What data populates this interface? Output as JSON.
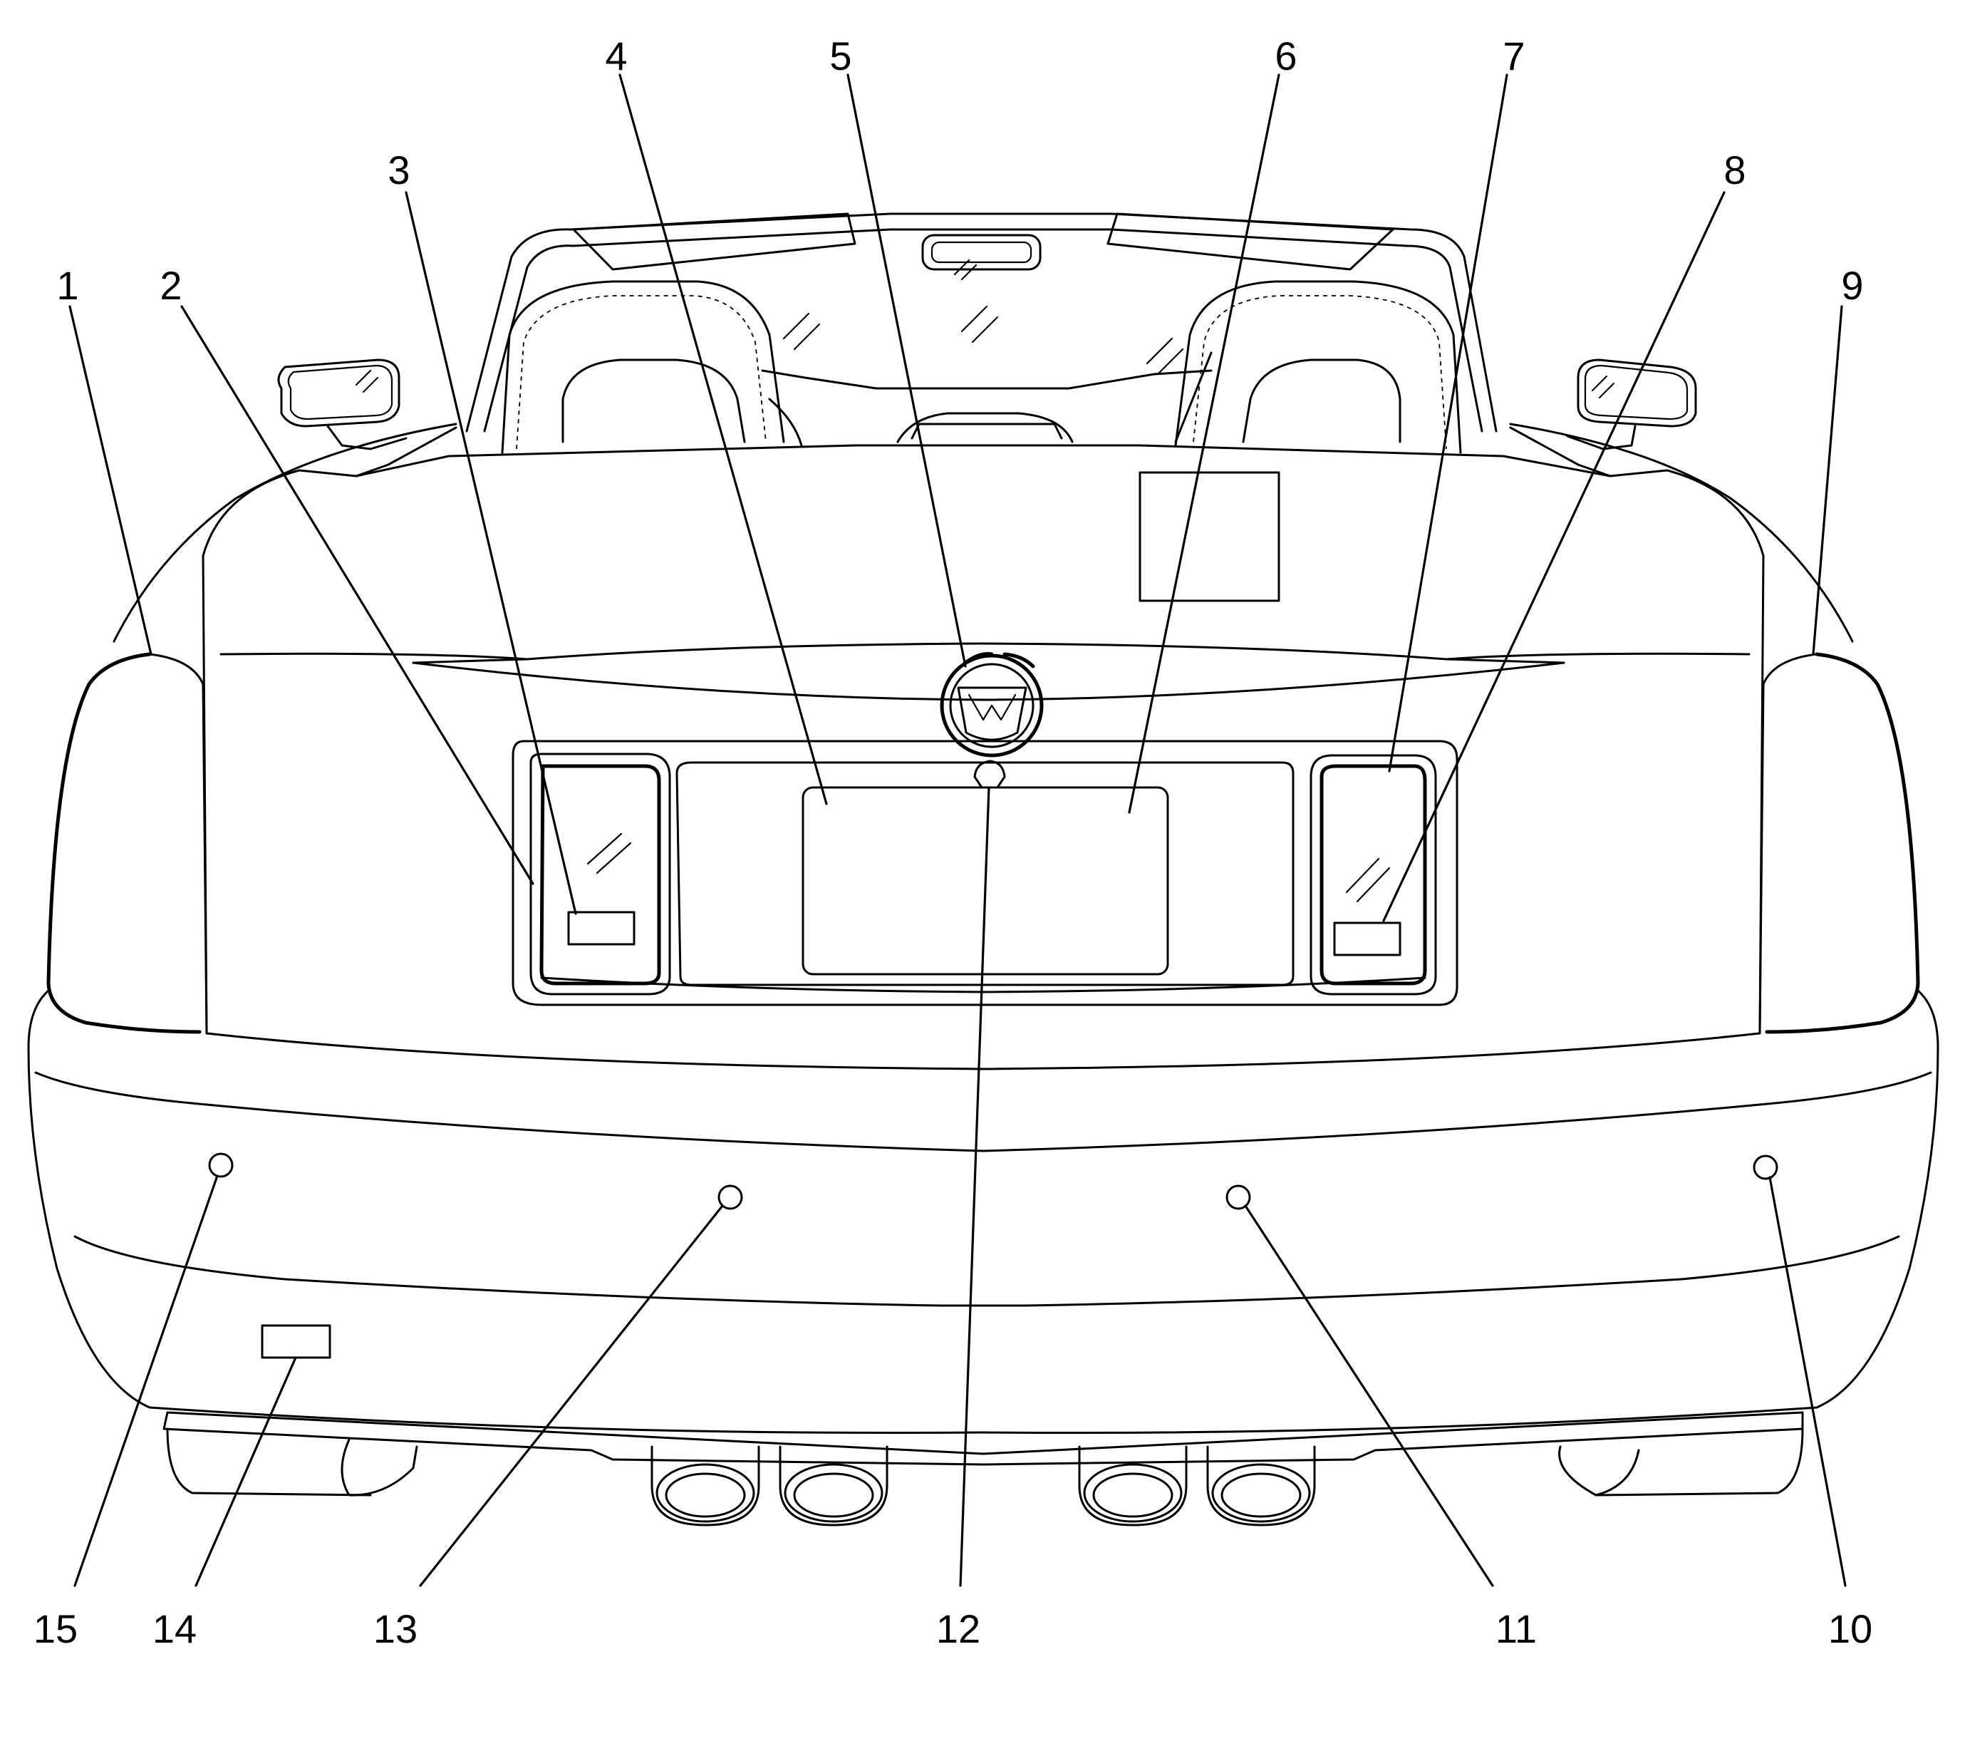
{
  "figure": {
    "type": "vehicle-rear-view-callout-diagram",
    "callouts": [
      "1",
      "2",
      "3",
      "4",
      "5",
      "6",
      "7",
      "8",
      "9",
      "10",
      "11",
      "12",
      "13",
      "14",
      "15"
    ]
  },
  "colors": {
    "line": "#000000",
    "background": "#ffffff"
  }
}
